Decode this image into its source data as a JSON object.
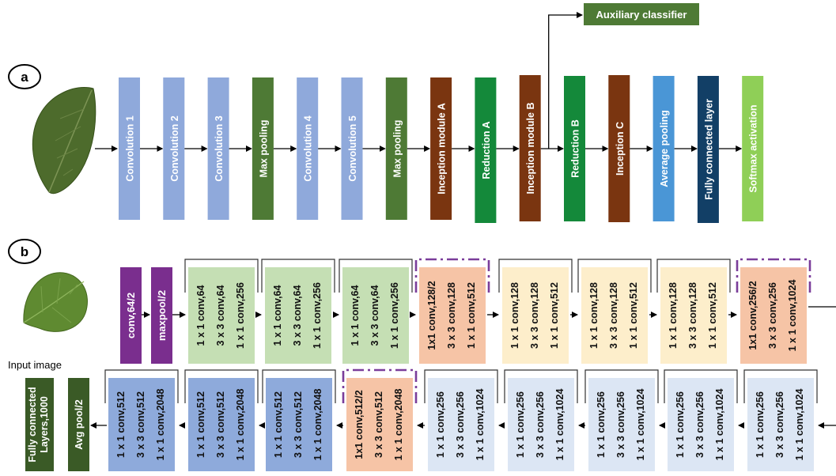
{
  "panel_a": {
    "label": "a",
    "auxiliary_label": "Auxiliary classifier",
    "layers": [
      {
        "label": "Convolution 1",
        "color": "#8fa9db"
      },
      {
        "label": "Convolution 2",
        "color": "#8fa9db"
      },
      {
        "label": "Convolution 3",
        "color": "#8fa9db"
      },
      {
        "label": "Max pooling",
        "color": "#4e7a35"
      },
      {
        "label": "Convolution 4",
        "color": "#8fa9db"
      },
      {
        "label": "Convolution 5",
        "color": "#8fa9db"
      },
      {
        "label": "Max pooling",
        "color": "#4e7a35"
      },
      {
        "label": "Inception module A",
        "color": "#7a3510"
      },
      {
        "label": "Reduction A",
        "color": "#14893a"
      },
      {
        "label": "Inception module B",
        "color": "#7a3510"
      },
      {
        "label": "Reduction B",
        "color": "#14893a"
      },
      {
        "label": "Inception C",
        "color": "#7a3510"
      },
      {
        "label": "Average pooling",
        "color": "#4a96d6"
      },
      {
        "label": "Fully connected layer",
        "color": "#123f66"
      },
      {
        "label": "Softmax activation",
        "color": "#8fcf57"
      }
    ]
  },
  "panel_b": {
    "label": "b",
    "input_label": "Input image",
    "head": [
      {
        "label": "conv,64/2",
        "color": "#7a2e8e"
      },
      {
        "label": "maxpool/2",
        "color": "#7a2e8e"
      }
    ],
    "row1_blocks": [
      {
        "lines": [
          "1 x 1 conv,64",
          "3 x 3 conv,64",
          "1 x 1 conv,256"
        ],
        "color": "#c5dfb4",
        "dashed": false
      },
      {
        "lines": [
          "1 x 1 conv,64",
          "3 x 3 conv,64",
          "1 x 1 conv,256"
        ],
        "color": "#c5dfb4",
        "dashed": false
      },
      {
        "lines": [
          "1 x 1 conv,64",
          "3 x 3 conv,64",
          "1 x 1 conv,256"
        ],
        "color": "#c5dfb4",
        "dashed": false
      },
      {
        "lines": [
          "1x1 conv,128/2",
          "3 x 3 conv,128",
          "1 x 1 conv,512"
        ],
        "color": "#f6c4a6",
        "dashed": true
      },
      {
        "lines": [
          "1 x 1 conv,128",
          "3 x 3 conv,128",
          "1 x 1 conv,512"
        ],
        "color": "#fdeecb",
        "dashed": false
      },
      {
        "lines": [
          "1 x 1 conv,128",
          "3 x 3 conv,128",
          "1 x 1 conv,512"
        ],
        "color": "#fdeecb",
        "dashed": false
      },
      {
        "lines": [
          "1 x 1 conv,128",
          "3 x 3 conv,128",
          "1 x 1 conv,512"
        ],
        "color": "#fdeecb",
        "dashed": false
      },
      {
        "lines": [
          "1x1 conv,256/2",
          "3 x 3 conv,256",
          "1 x 1 conv,1024"
        ],
        "color": "#f6c4a6",
        "dashed": true
      }
    ],
    "row2_blocks": [
      {
        "lines": [
          "1 x 1 conv,512",
          "3 x 3 conv,512",
          "1 x 1 conv,2048"
        ],
        "color": "#8eaadb",
        "dashed": false
      },
      {
        "lines": [
          "1 x 1 conv,512",
          "3 x 3 conv,512",
          "1 x 1 conv,2048"
        ],
        "color": "#8eaadb",
        "dashed": false
      },
      {
        "lines": [
          "1 x 1 conv,512",
          "3 x 3 conv,512",
          "1 x 1 conv,2048"
        ],
        "color": "#8eaadb",
        "dashed": false
      },
      {
        "lines": [
          "1x1 conv,512/2",
          "3 x 3 conv,512",
          "1 x 1 conv,2048"
        ],
        "color": "#f6c4a6",
        "dashed": true
      },
      {
        "lines": [
          "1 x 1 conv,256",
          "3 x 3 conv,256",
          "1 x 1 conv,1024"
        ],
        "color": "#dce6f4",
        "dashed": false
      },
      {
        "lines": [
          "1 x 1 conv,256",
          "3 x 3 conv,256",
          "1 x 1 conv,1024"
        ],
        "color": "#dce6f4",
        "dashed": false
      },
      {
        "lines": [
          "1 x 1 conv,256",
          "3 x 3 conv,256",
          "1 x 1 conv,1024"
        ],
        "color": "#dce6f4",
        "dashed": false
      },
      {
        "lines": [
          "1 x 1 conv,256",
          "3 x 3 conv,256",
          "1 x 1 conv,1024"
        ],
        "color": "#dce6f4",
        "dashed": false
      },
      {
        "lines": [
          "1 x 1 conv,256",
          "3 x 3 conv,256",
          "1 x 1 conv,1024"
        ],
        "color": "#dce6f4",
        "dashed": false
      }
    ],
    "tail": [
      {
        "lines": [
          "Fully connected",
          "Layers,1000"
        ],
        "color": "#3a5a26"
      },
      {
        "lines": [
          "Avg pool/2"
        ],
        "color": "#3a5a26"
      }
    ],
    "dash_color": "#7a3d9a"
  }
}
